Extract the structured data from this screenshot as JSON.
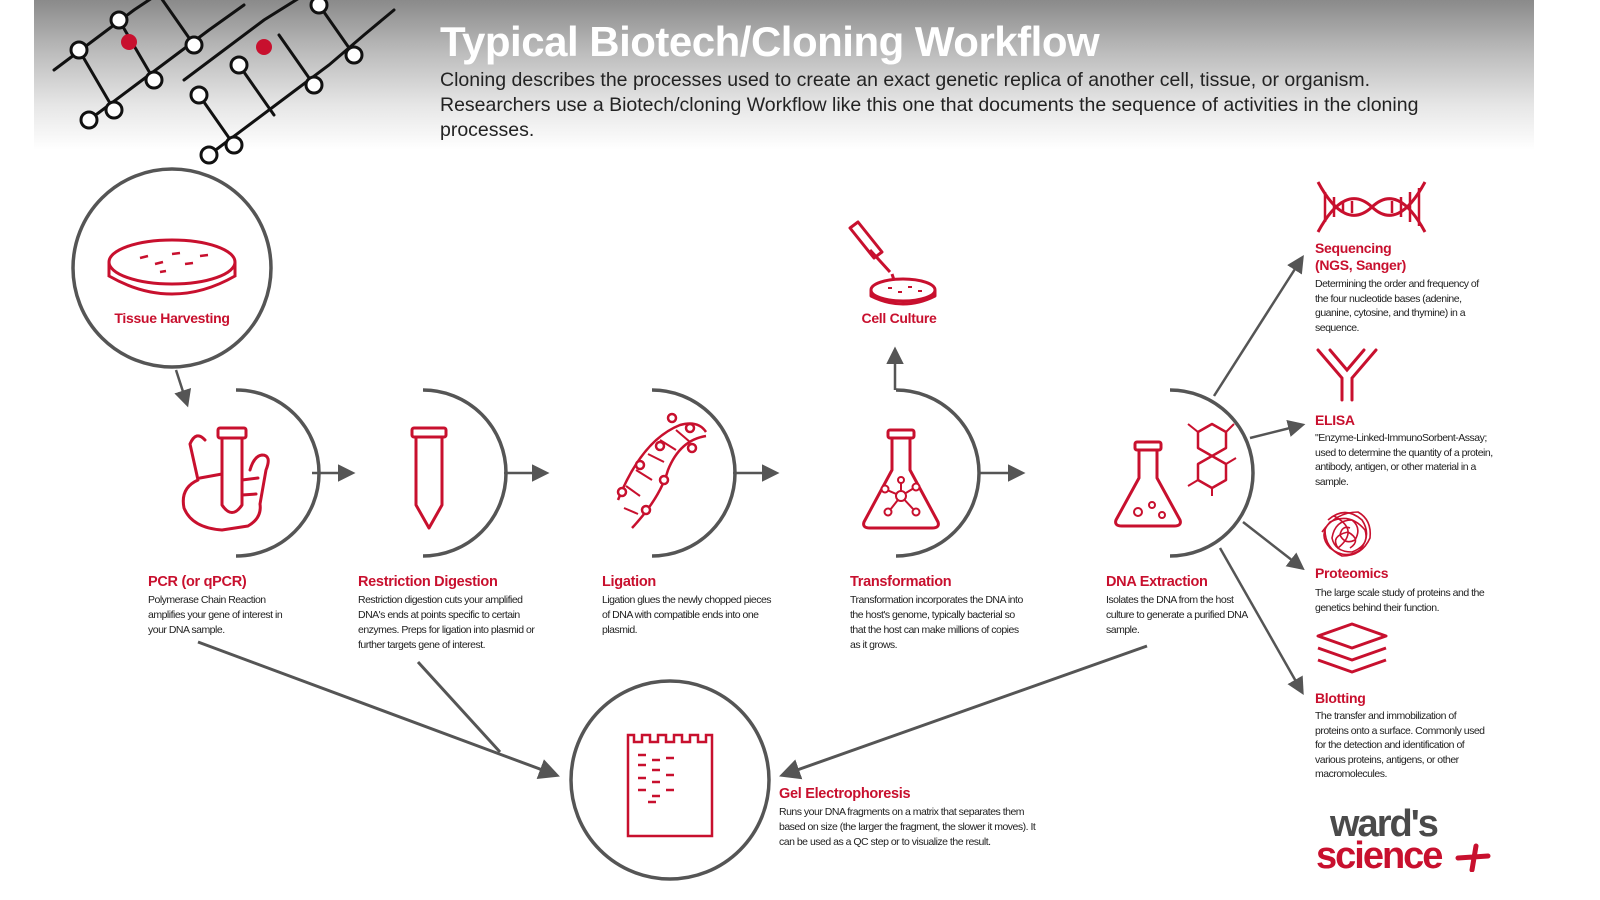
{
  "header": {
    "title": "Typical Biotech/Cloning Workflow",
    "description": "Cloning describes the processes used to create an exact genetic replica of another cell, tissue, or organism. Researchers use a Biotech/cloning Workflow like this one that documents the sequence of activities in the cloning processes."
  },
  "tissue_harvesting": {
    "label": "Tissue Harvesting"
  },
  "cell_culture": {
    "label": "Cell Culture"
  },
  "steps": [
    {
      "title": "PCR (or qPCR)",
      "description": "Polymerase Chain Reaction amplifies your gene of interest in your DNA sample."
    },
    {
      "title": "Restriction Digestion",
      "description": "Restriction digestion cuts your amplified DNA's ends at points specific to certain enzymes. Preps for ligation into plasmid or further targets gene of interest."
    },
    {
      "title": "Ligation",
      "description": "Ligation glues the newly chopped pieces of DNA with compatible ends into one plasmid."
    },
    {
      "title": "Transformation",
      "description": "Transformation incorporates the DNA into the host's genome, typically bacterial so that the host can make millions of copies as it grows."
    },
    {
      "title": "DNA Extraction",
      "description": "Isolates the DNA from the host culture to generate a purified DNA sample."
    }
  ],
  "gel": {
    "title": "Gel Electrophoresis",
    "description": "Runs your DNA fragments on a matrix that separates them based on size (the larger the fragment, the slower it moves). It can be used as a QC step or to visualize the result."
  },
  "analyses": [
    {
      "title": "Sequencing (NGS, Sanger)",
      "description": "Determining the order and frequency of the four nucleotide bases (adenine, guanine, cytosine, and thymine) in a sequence."
    },
    {
      "title": "ELISA",
      "description": "\"Enzyme-Linked-ImmunoSorbent-Assay; used to determine the quantity of a protein, antibody, antigen, or other material in a sample."
    },
    {
      "title": "Proteomics",
      "description": "The large scale study of proteins and the genetics behind their function."
    },
    {
      "title": "Blotting",
      "description": "The transfer and immobilization of proteins onto a surface. Commonly used for the detection and identification of various proteins, antigens, or other macromolecules."
    }
  ],
  "logo": {
    "line1": "ward's",
    "line2": "science"
  },
  "colors": {
    "accent": "#c8102e",
    "line": "#555555",
    "text": "#222222"
  }
}
